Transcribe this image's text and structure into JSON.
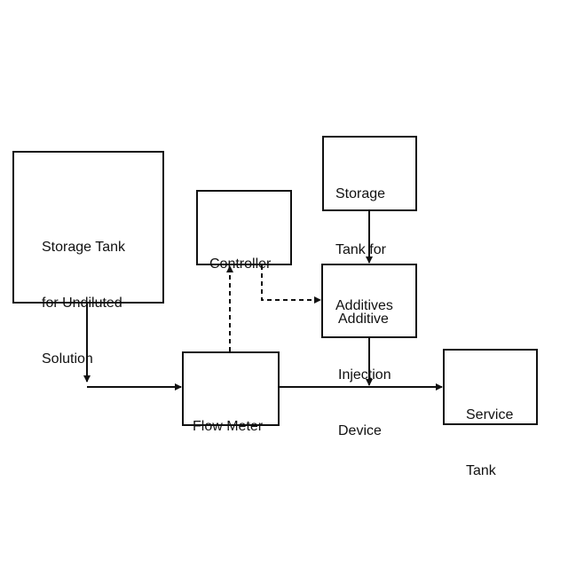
{
  "diagram": {
    "nodes": {
      "storage_undiluted": {
        "lines": [
          "Storage Tank",
          "for Undiluted",
          "Solution"
        ]
      },
      "controller": {
        "lines": [
          "Controller"
        ]
      },
      "storage_additives": {
        "lines": [
          "Storage",
          "Tank for",
          "Additives"
        ]
      },
      "additive_injection": {
        "lines": [
          "Additive",
          "Injection",
          "Device"
        ]
      },
      "flow_meter": {
        "lines": [
          "Flow Meter"
        ]
      },
      "service_tank": {
        "lines": [
          "Service",
          "Tank"
        ]
      }
    },
    "edges": [
      {
        "from": "storage_undiluted",
        "to": "flow_meter",
        "style": "solid"
      },
      {
        "from": "flow_meter",
        "to": "service_tank",
        "style": "solid"
      },
      {
        "from": "storage_additives",
        "to": "additive_injection",
        "style": "solid"
      },
      {
        "from": "additive_injection",
        "to": "main_line",
        "style": "solid"
      },
      {
        "from": "flow_meter",
        "to": "controller",
        "style": "dashed"
      },
      {
        "from": "controller",
        "to": "additive_injection",
        "style": "dashed"
      }
    ]
  }
}
